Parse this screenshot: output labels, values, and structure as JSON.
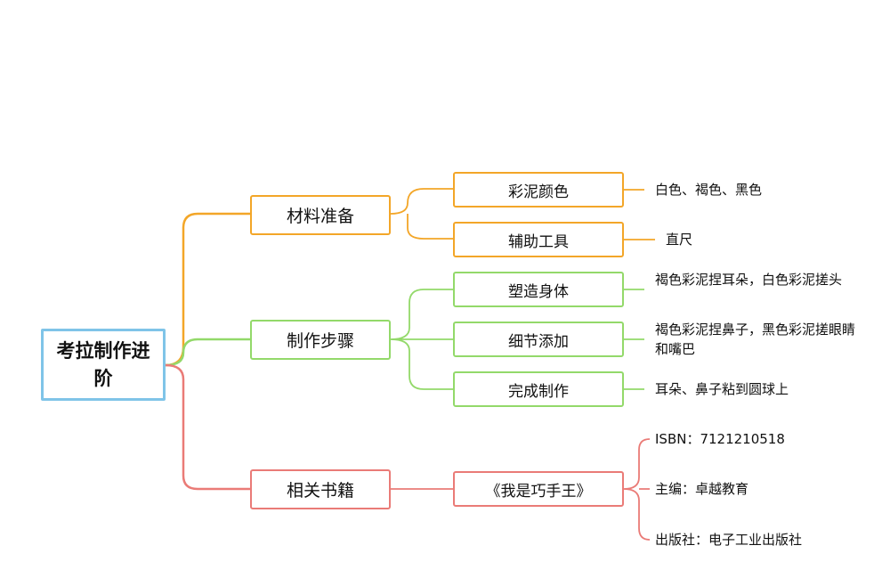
{
  "mindmap": {
    "root": "考拉制作进阶",
    "branches": [
      {
        "label": "材料准备",
        "color": "#f3a628",
        "children": [
          {
            "label": "彩泥颜色",
            "detail": [
              "白色、褐色、黑色"
            ]
          },
          {
            "label": "辅助工具",
            "detail": [
              "直尺"
            ]
          }
        ]
      },
      {
        "label": "制作步骤",
        "color": "#93d96a",
        "children": [
          {
            "label": "塑造身体",
            "detail": [
              "褐色彩泥捏耳朵，白色彩泥搓头"
            ]
          },
          {
            "label": "细节添加",
            "detail": [
              "褐色彩泥捏鼻子，黑色彩泥搓眼睛和嘴巴"
            ]
          },
          {
            "label": "完成制作",
            "detail": [
              "耳朵、鼻子粘到圆球上"
            ]
          }
        ]
      },
      {
        "label": "相关书籍",
        "color": "#ea7b77",
        "children": [
          {
            "label": "《我是巧手王》",
            "detail": [
              "ISBN：7121210518",
              "主编：卓越教育",
              "出版社：电子工业出版社"
            ]
          }
        ]
      }
    ]
  }
}
